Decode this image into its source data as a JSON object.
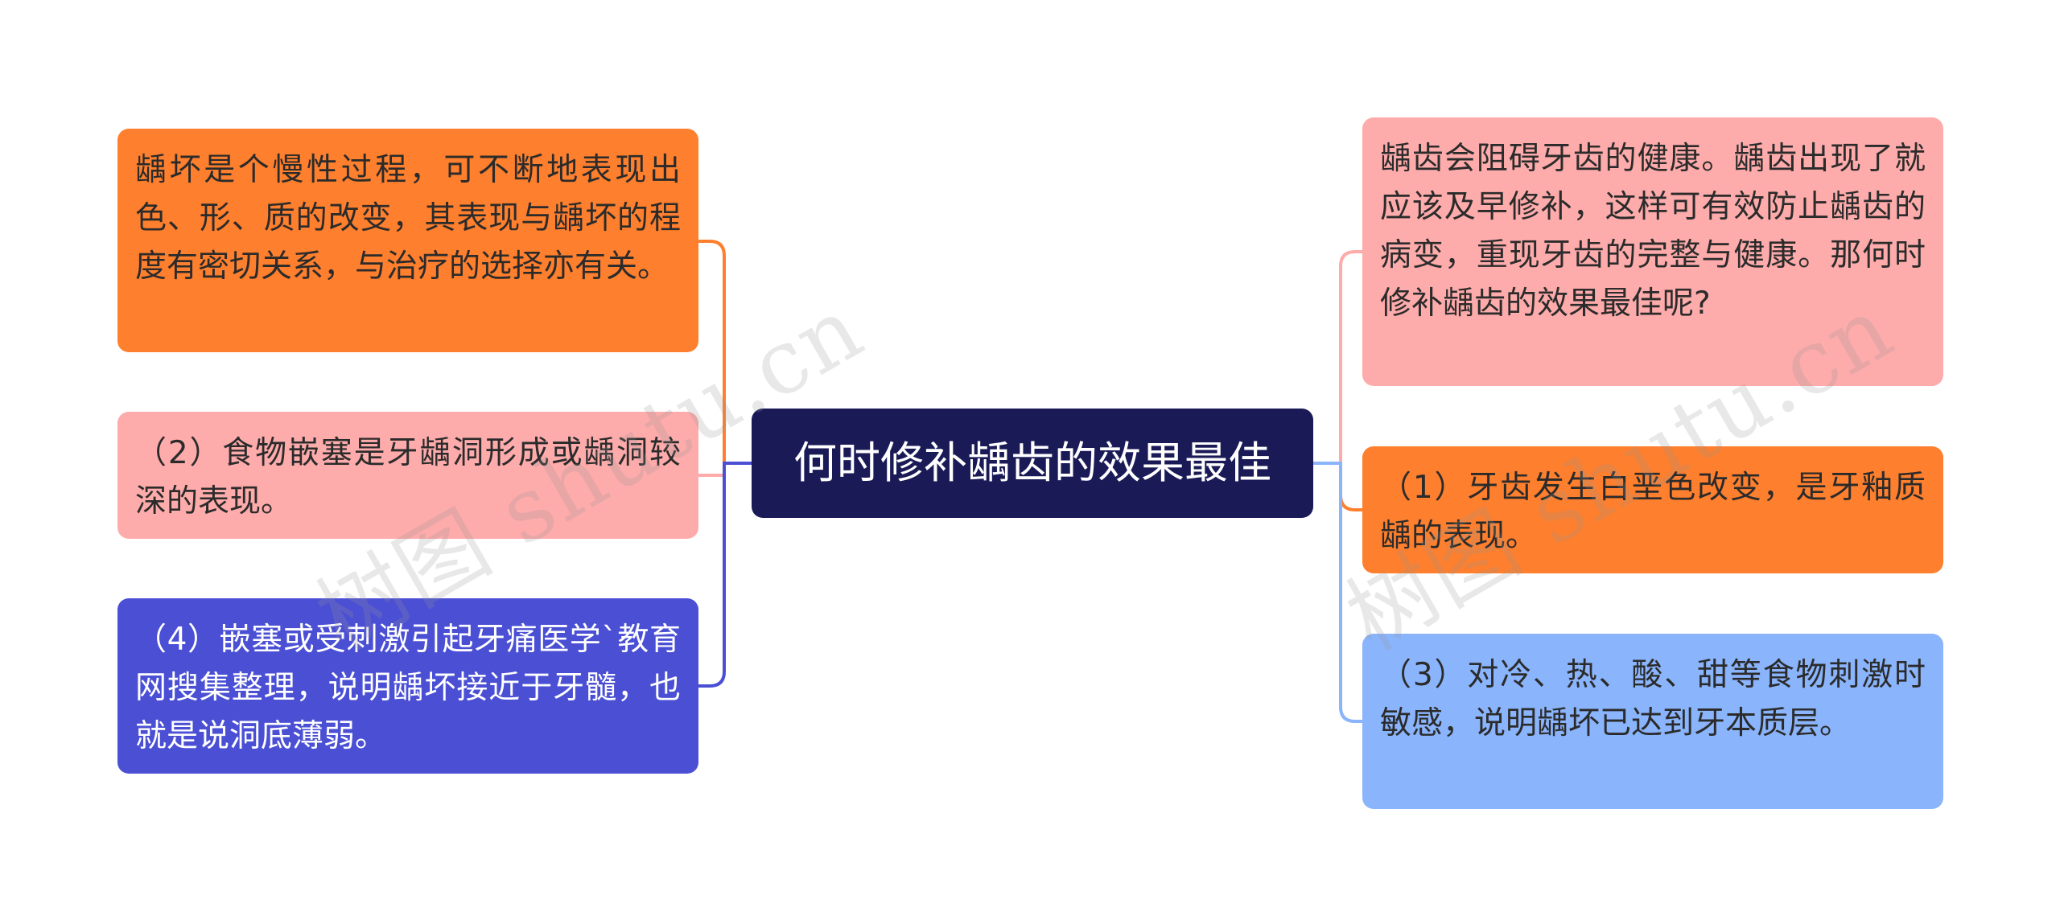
{
  "central_topic": "何时修补龋齿的效果最佳",
  "left_nodes": [
    {
      "text": "龋坏是个慢性过程，可不断地表现出色、形、质的改变，其表现与龋坏的程度有密切关系，与治疗的选择亦有关。",
      "color": "#fe7f2d",
      "line_color": "#fe7f2d"
    },
    {
      "text": "（2）食物嵌塞是牙龋洞形成或龋洞较深的表现。",
      "color": "#feabab",
      "line_color": "#feabab"
    },
    {
      "text": "（4）嵌塞或受刺激引起牙痛医学`教育网搜集整理，说明龋坏接近于牙髓，也就是说洞底薄弱。",
      "color": "#4a4fd4",
      "line_color": "#4a4fd4"
    }
  ],
  "right_nodes": [
    {
      "text": "龋齿会阻碍牙齿的健康。龋齿出现了就应该及早修补，这样可有效防止龋齿的病变，重现牙齿的完整与健康。那何时修补龋齿的效果最佳呢?",
      "color": "#feabab",
      "line_color": "#feabab"
    },
    {
      "text": "（1）牙齿发生白垩色改变，是牙釉质龋的表现。",
      "color": "#fe7f2d",
      "line_color": "#fe7f2d"
    },
    {
      "text": "（3）对冷、热、酸、甜等食物刺激时敏感，说明龋坏已达到牙本质层。",
      "color": "#8ab4fb",
      "line_color": "#8ab4fb"
    }
  ],
  "central_color": "#1a1a57",
  "watermarks": [
    "树图 shutu.cn",
    "树图 shutu.cn"
  ]
}
